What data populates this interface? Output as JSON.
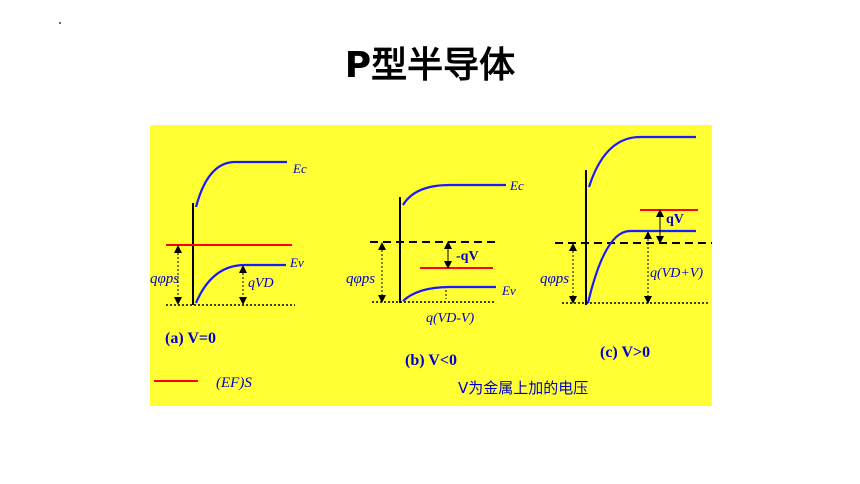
{
  "title": "P型半导体",
  "panels": [
    {
      "caption": "(a) V=0",
      "labels": {
        "ec": "Ec",
        "ev": "Ev",
        "phi": "qφps",
        "vd": "qVD"
      }
    },
    {
      "caption": "(b) V<0",
      "labels": {
        "ec": "Ec",
        "ev": "Ev",
        "phi": "qφps",
        "qv": "-qV",
        "vdv": "q(VD-V)"
      }
    },
    {
      "caption": "(c) V>0",
      "labels": {
        "phi": "qφps",
        "qv": "qV",
        "vdv": "q(VD+V)"
      }
    }
  ],
  "legend": {
    "label": "(EF)S",
    "color": "#ff0000"
  },
  "note": "V为金属上加的电压",
  "colors": {
    "background": "#ffff33",
    "band": "#1a1aff",
    "fermi": "#ff0000",
    "label": "#0000cc"
  }
}
